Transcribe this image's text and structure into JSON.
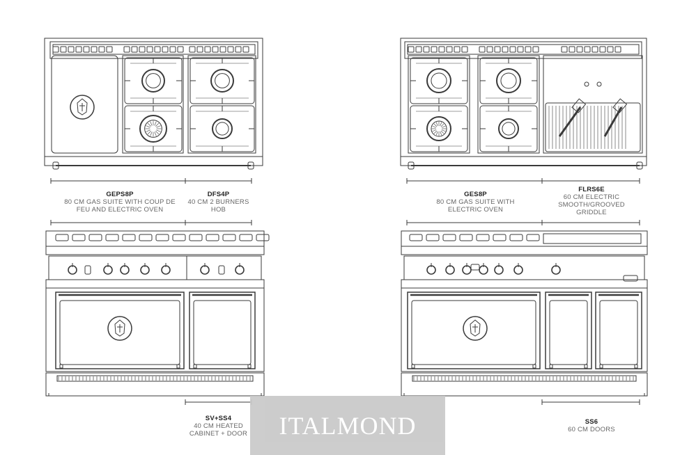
{
  "labels": {
    "geps8p": {
      "code": "GEPS8P",
      "desc": "80 CM GAS SUITE WITH COUP DE FEU AND ELECTRIC OVEN"
    },
    "dfs4p": {
      "code": "DFS4P",
      "desc": "40 CM 2 BURNERS HOB"
    },
    "ges8p": {
      "code": "GES8P",
      "desc": "80 CM GAS SUITE WITH ELECTRIC OVEN"
    },
    "flrs6e": {
      "code": "FLRS6E",
      "desc": "60 CM ELECTRIC SMOOTH/GROOVED GRIDDLE"
    },
    "sv_ss4": {
      "code": "SV+SS4",
      "desc": "40 CM HEATED CABINET + DOOR"
    },
    "ss6": {
      "code": "SS6",
      "desc": "60 CM DOORS"
    }
  },
  "watermark": {
    "text": "ITALMOND"
  },
  "colors": {
    "line": "#3a3a3a",
    "watermark_bg": "#c9c9c9",
    "label": "#666666"
  }
}
